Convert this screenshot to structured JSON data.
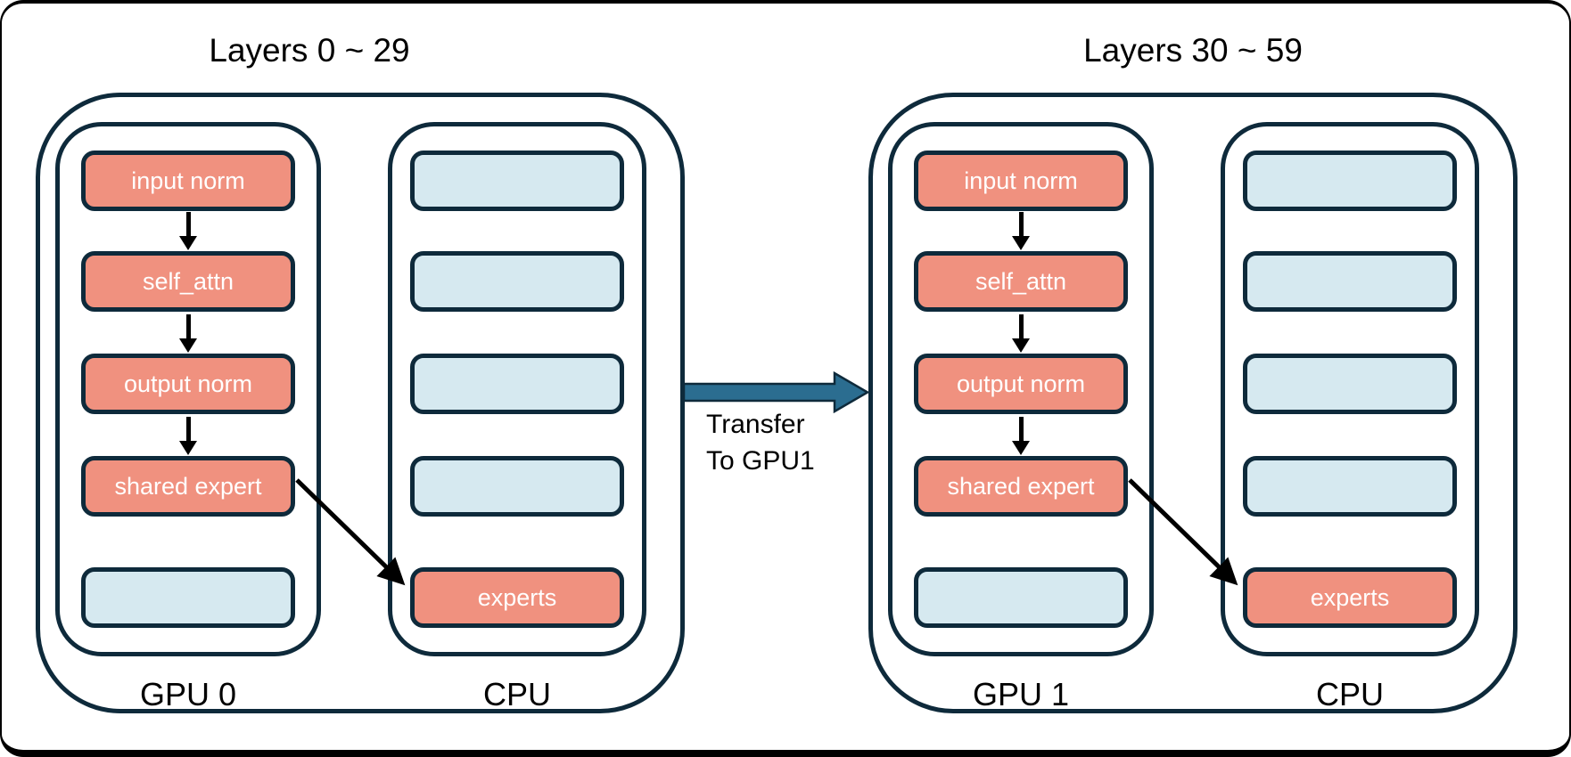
{
  "groups": [
    {
      "title": "Layers 0 ~ 29",
      "gpu": {
        "label": "GPU 0",
        "boxes": [
          {
            "text": "input norm",
            "type": "active"
          },
          {
            "text": "self_attn",
            "type": "active"
          },
          {
            "text": "output norm",
            "type": "active"
          },
          {
            "text": "shared expert",
            "type": "active"
          },
          {
            "text": "",
            "type": "empty"
          }
        ]
      },
      "cpu": {
        "label": "CPU",
        "boxes": [
          {
            "text": "",
            "type": "empty"
          },
          {
            "text": "",
            "type": "empty"
          },
          {
            "text": "",
            "type": "empty"
          },
          {
            "text": "",
            "type": "empty"
          },
          {
            "text": "experts",
            "type": "active"
          }
        ]
      }
    },
    {
      "title": "Layers 30 ~ 59",
      "gpu": {
        "label": "GPU 1",
        "boxes": [
          {
            "text": "input norm",
            "type": "active"
          },
          {
            "text": "self_attn",
            "type": "active"
          },
          {
            "text": "output norm",
            "type": "active"
          },
          {
            "text": "shared expert",
            "type": "active"
          },
          {
            "text": "",
            "type": "empty"
          }
        ]
      },
      "cpu": {
        "label": "CPU",
        "boxes": [
          {
            "text": "",
            "type": "empty"
          },
          {
            "text": "",
            "type": "empty"
          },
          {
            "text": "",
            "type": "empty"
          },
          {
            "text": "",
            "type": "empty"
          },
          {
            "text": "experts",
            "type": "active"
          }
        ]
      }
    }
  ],
  "transfer": {
    "label_line1": "Transfer",
    "label_line2": "To GPU1"
  },
  "colors": {
    "active_fill": "#F0917F",
    "empty_fill": "#D6E9F0",
    "outline": "#0E2A3B",
    "transfer_arrow": "#2B6D90",
    "box_text": "#FFFFFF"
  }
}
